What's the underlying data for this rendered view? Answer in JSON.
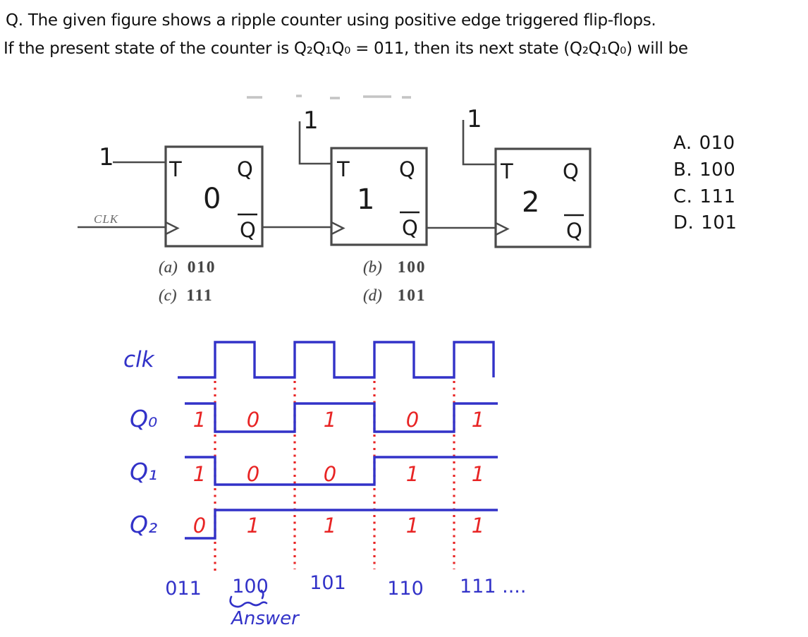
{
  "question": {
    "line1": "Q. The given figure shows a ripple counter using positive edge triggered flip-flops.",
    "line2": "If the present state of the counter is Q₂Q₁Q₀ = 011, then its next state (Q₂Q₁Q₀) will be"
  },
  "circuit": {
    "clk_label": "CLK",
    "flip_flops": [
      {
        "input_label": "1",
        "t_label": "T",
        "q_label": "Q",
        "qbar_label": "Q",
        "annotation": "0"
      },
      {
        "input_label": "1",
        "t_label": "T",
        "q_label": "Q",
        "qbar_label": "Q",
        "annotation": "1"
      },
      {
        "input_label": "1",
        "t_label": "T",
        "q_label": "Q",
        "qbar_label": "Q",
        "annotation": "2"
      }
    ]
  },
  "printed_options": [
    {
      "key": "(a)",
      "value": "010"
    },
    {
      "key": "(b)",
      "value": "100"
    },
    {
      "key": "(c)",
      "value": "111"
    },
    {
      "key": "(d)",
      "value": "101"
    }
  ],
  "choices": [
    {
      "label": "A.",
      "value": "010"
    },
    {
      "label": "B.",
      "value": "100"
    },
    {
      "label": "C.",
      "value": "111"
    },
    {
      "label": "D.",
      "value": "101"
    }
  ],
  "timing": {
    "clock_label": "clk",
    "clock_pulses": 4,
    "signals": [
      {
        "label": "Q₀",
        "values": [
          1,
          0,
          1,
          0,
          1
        ]
      },
      {
        "label": "Q₁",
        "values": [
          1,
          0,
          0,
          1,
          1
        ]
      },
      {
        "label": "Q₂",
        "values": [
          0,
          1,
          1,
          1,
          1
        ]
      }
    ],
    "states": [
      "011",
      "100",
      "101",
      "110",
      "111 ...."
    ],
    "answer_label": "Answer"
  },
  "colors": {
    "ink_blue": "#3232c8",
    "ink_red": "#e82424",
    "pen_black": "#1a1a1a",
    "print_gray": "#4a4a4a"
  }
}
